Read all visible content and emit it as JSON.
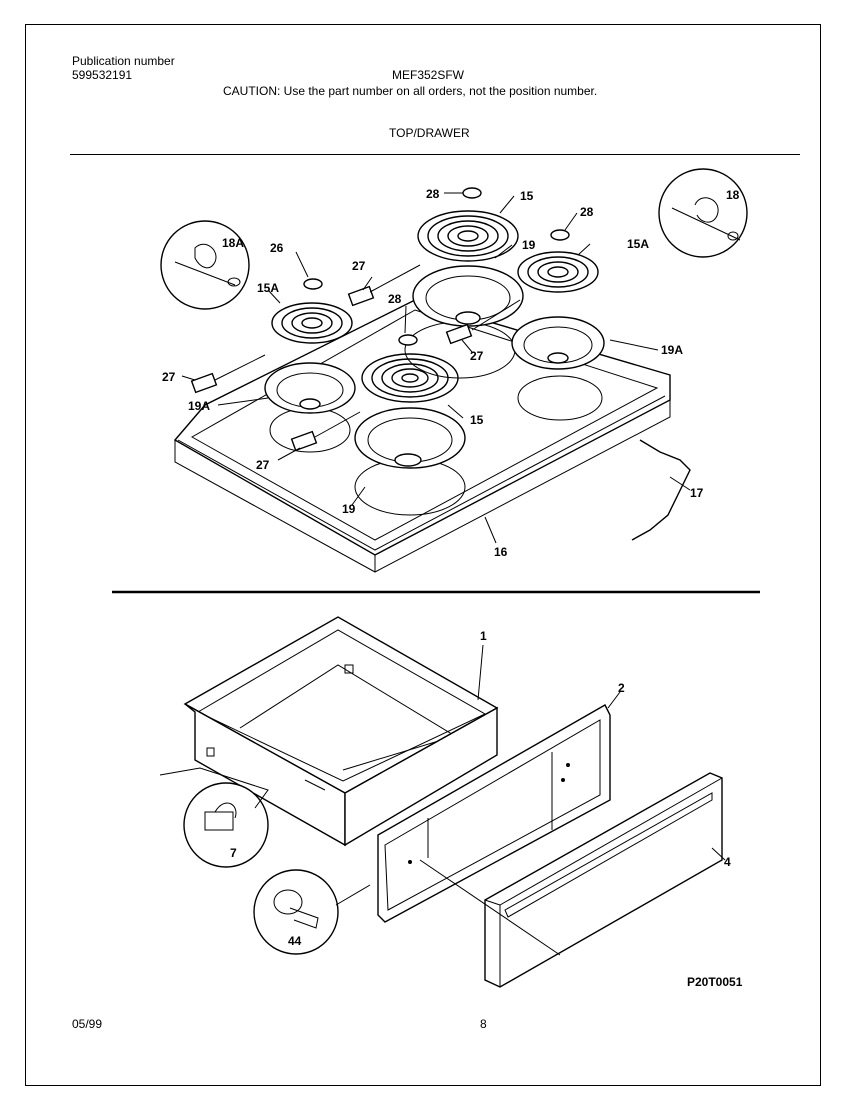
{
  "header": {
    "pub_label": "Publication number",
    "pub_number": "599532191",
    "model": "MEF352SFW",
    "caution": "CAUTION:  Use the part number on all orders, not the position number.",
    "section_title": "TOP/DRAWER"
  },
  "callouts": {
    "p28a": "28",
    "p15a": "15",
    "p28b": "28",
    "p18": "18",
    "p18a": "18A",
    "p26": "26",
    "p27a": "27",
    "p19a": "19",
    "p15A_right": "15A",
    "p15A_left": "15A",
    "p28c": "28",
    "p27b": "27",
    "p19A_right": "19A",
    "p27c": "27",
    "p19A_left": "19A",
    "p15b": "15",
    "p27d": "27",
    "p17": "17",
    "p19b": "19",
    "p16": "16",
    "p1": "1",
    "p2": "2",
    "p7": "7",
    "p4": "4",
    "p44": "44"
  },
  "footer": {
    "drawing_code": "P20T0051",
    "date": "05/99",
    "page": "8"
  }
}
